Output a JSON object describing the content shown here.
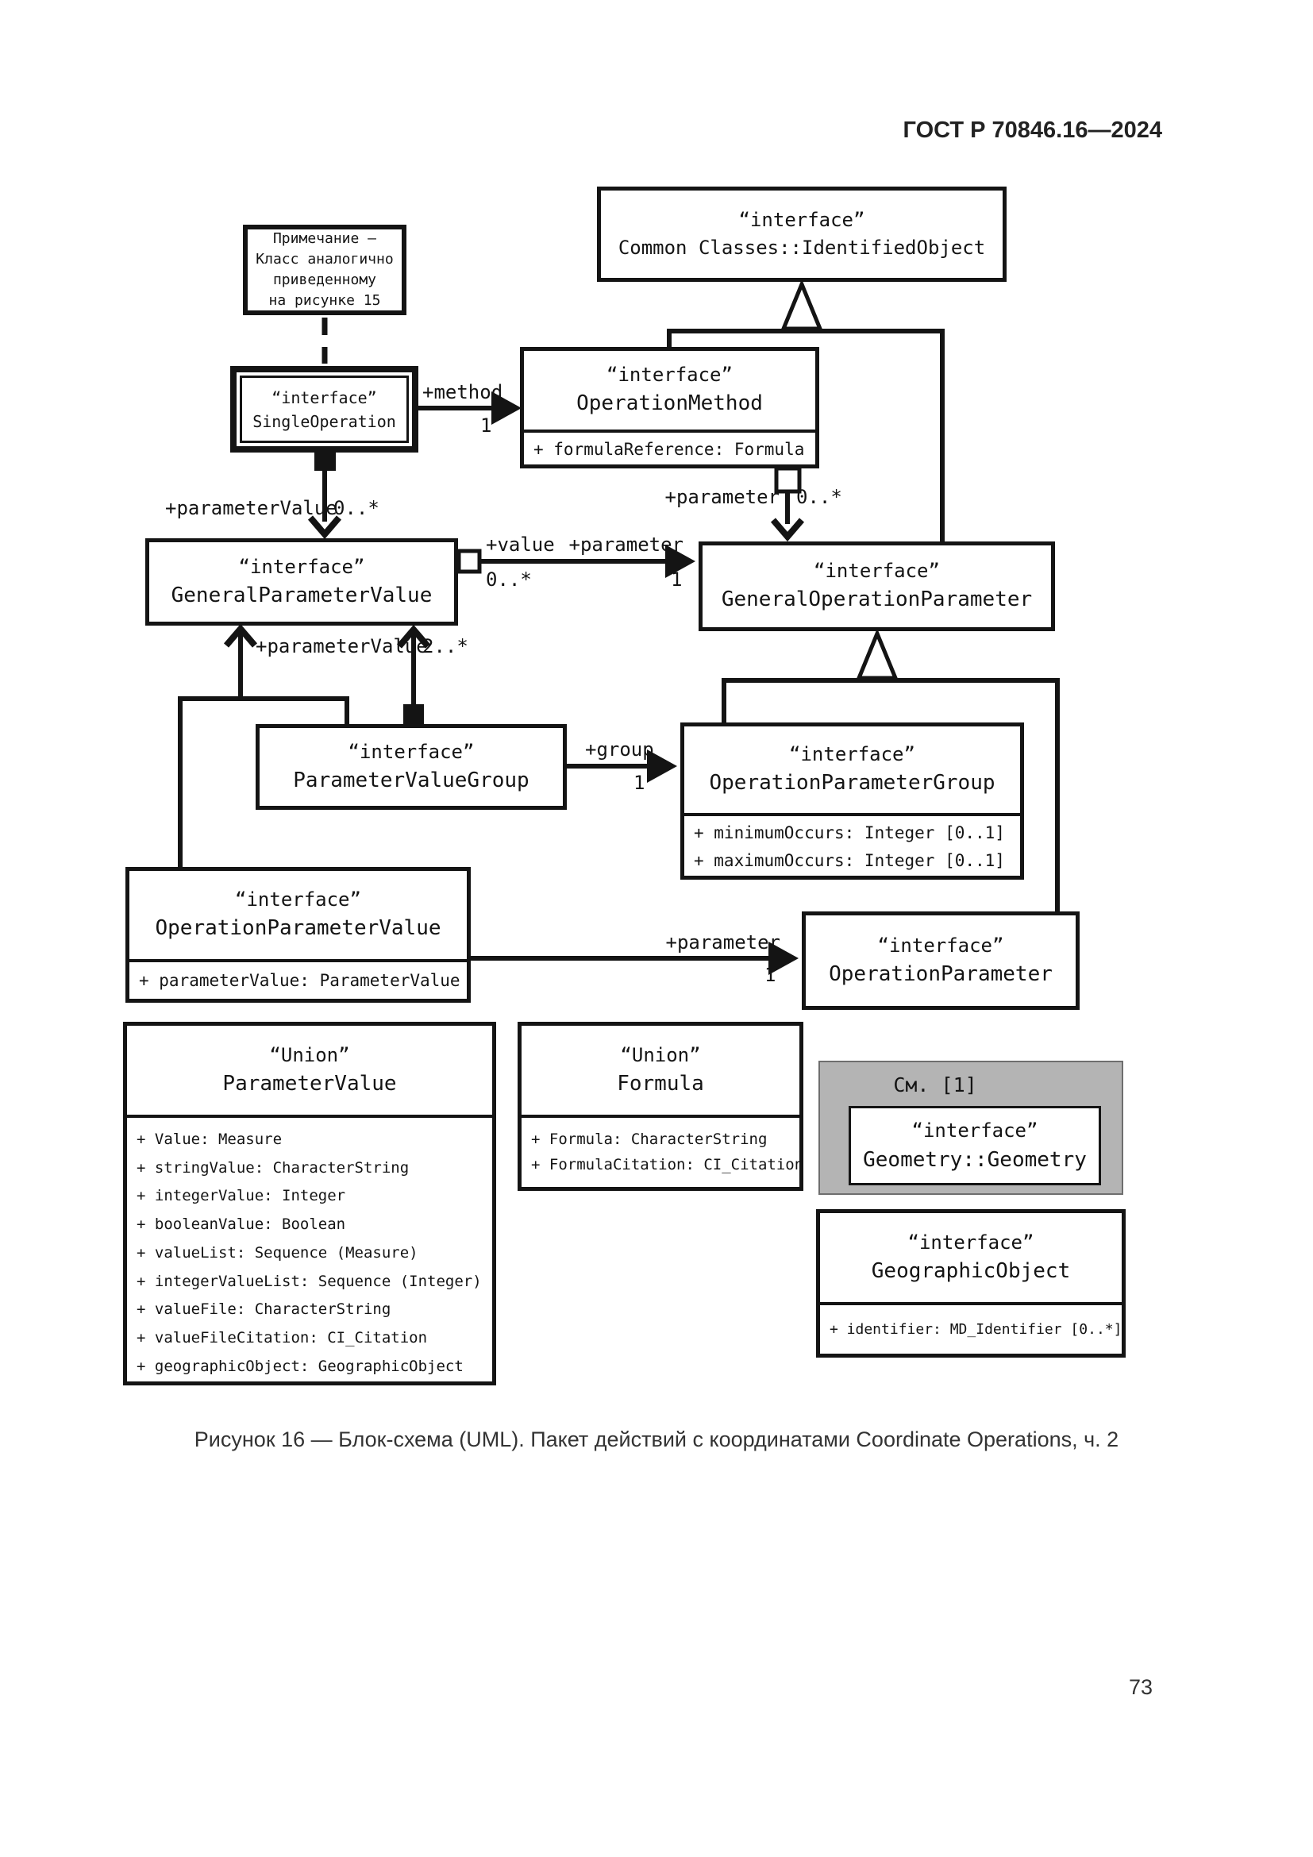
{
  "page": {
    "header": "ГОСТ Р 70846.16—2024",
    "caption": "Рисунок 16 — Блок-схема (UML). Пакет действий с координатами Coordinate Operations, ч. 2",
    "page_number": "73"
  },
  "note": {
    "lines": [
      "Примечание —",
      "Класс аналогично",
      "приведенному",
      "на рисунке 15"
    ]
  },
  "classes": {
    "identified_object": {
      "stereotype": "“interface”",
      "name": "Common Classes::IdentifiedObject"
    },
    "single_operation": {
      "stereotype": "“interface”",
      "name": "SingleOperation"
    },
    "operation_method": {
      "stereotype": "“interface”",
      "name": "OperationMethod",
      "attributes": [
        "+ formulaReference: Formula"
      ]
    },
    "general_parameter_value": {
      "stereotype": "“interface”",
      "name": "GeneralParameterValue"
    },
    "general_operation_parameter": {
      "stereotype": "“interface”",
      "name": "GeneralOperationParameter"
    },
    "parameter_value_group": {
      "stereotype": "“interface”",
      "name": "ParameterValueGroup"
    },
    "operation_parameter_group": {
      "stereotype": "“interface”",
      "name": "OperationParameterGroup",
      "attributes": [
        "+ minimumOccurs: Integer [0..1]",
        "+ maximumOccurs: Integer [0..1]"
      ]
    },
    "operation_parameter_value": {
      "stereotype": "“interface”",
      "name": "OperationParameterValue",
      "attributes": [
        "+ parameterValue: ParameterValue"
      ]
    },
    "operation_parameter": {
      "stereotype": "“interface”",
      "name": "OperationParameter"
    },
    "parameter_value_union": {
      "stereotype": "“Union”",
      "name": "ParameterValue",
      "attributes": [
        "+ Value: Measure",
        "+ stringValue: CharacterString",
        "+ integerValue: Integer",
        "+ booleanValue: Boolean",
        "+ valueList: Sequence (Measure)",
        "+ integerValueList: Sequence (Integer)",
        "+ valueFile: CharacterString",
        "+ valueFileCitation: CI_Citation",
        "+ geographicObject: GeographicObject"
      ]
    },
    "formula_union": {
      "stereotype": "“Union”",
      "name": "Formula",
      "attributes": [
        "+ Formula: CharacterString",
        "+ FormulaCitation: CI_Citation"
      ]
    },
    "geometry": {
      "ref": "См. [1]",
      "stereotype": "“interface”",
      "name": "Geometry::Geometry"
    },
    "geographic_object": {
      "stereotype": "“interface”",
      "name": "GeographicObject",
      "attributes": [
        "+ identifier: MD_Identifier [0..*]"
      ]
    }
  },
  "associations": {
    "method": {
      "label": "+method",
      "mult": "1"
    },
    "so_parameter_value": {
      "label": "+parameterValue",
      "mult": "0..*"
    },
    "om_parameter": {
      "label": "+parameter",
      "mult": "0..*"
    },
    "value": {
      "label": "+value",
      "mult": "0..*"
    },
    "gpv_parameter": {
      "label": "+parameter",
      "mult": "1"
    },
    "pvg_parameter_value": {
      "label": "+parameterValue",
      "mult": "2..*"
    },
    "group": {
      "label": "+group",
      "mult": "1"
    },
    "opv_parameter": {
      "label": "+parameter",
      "mult": "1"
    }
  },
  "colors": {
    "line": "#141414",
    "gray_fill": "#b4b4b4"
  }
}
